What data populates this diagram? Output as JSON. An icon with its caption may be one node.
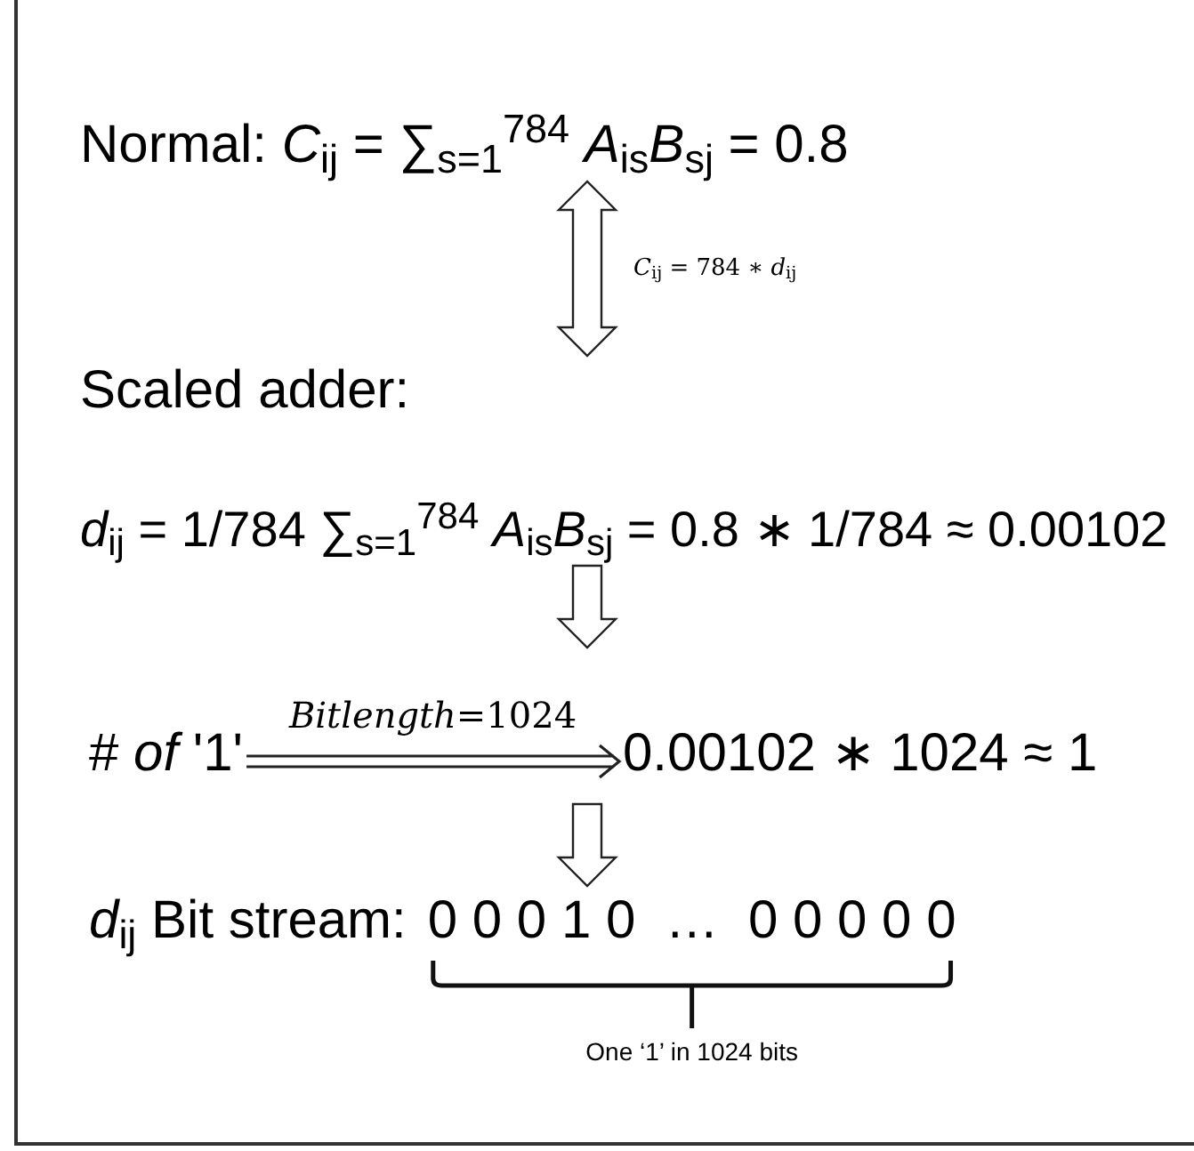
{
  "diagram": {
    "nodes": [
      {
        "text": [
          "Normal: *C*$_{ij}$ = ∑$_{s=1}$$^{784}$ *A*$_{is}$*B*$_{sj}$ = 0.8"
        ]
      },
      {
        "text": [
          "Scaled adder:",
          "*d*$_{ij}$ = 1/784 ∑$_{s=1}$$^{784}$ *A*$_{is}$*B*$_{sj}$ = 0.8 ∗ 1/784 ≈ 0.00102"
        ]
      },
      {
        "text": [
          "# *of* '1'"
        ]
      },
      {
        "text": [
          "0.00102 ∗ 1024 ≈ 1"
        ]
      },
      {
        "text": [
          "*d*$_{ij}$ Bit stream:",
          "0 0 0 1 0  …  0 0 0 0 0"
        ]
      }
    ],
    "edges": [
      {
        "from": 0,
        "to": 1,
        "arrow": "both",
        "label": "*C*$_{ij}$ = 784 ∗ *d*$_{ij}$"
      },
      {
        "from": 1,
        "to": null,
        "arrow": "to"
      },
      {
        "from": 2,
        "to": 3,
        "arrow": "to",
        "label": "*Bitlength*=1024"
      },
      {
        "from": null,
        "to": 4,
        "arrow": "to"
      }
    ],
    "labels": [
      "One ‘1’ in 1024 bits"
    ]
  }
}
